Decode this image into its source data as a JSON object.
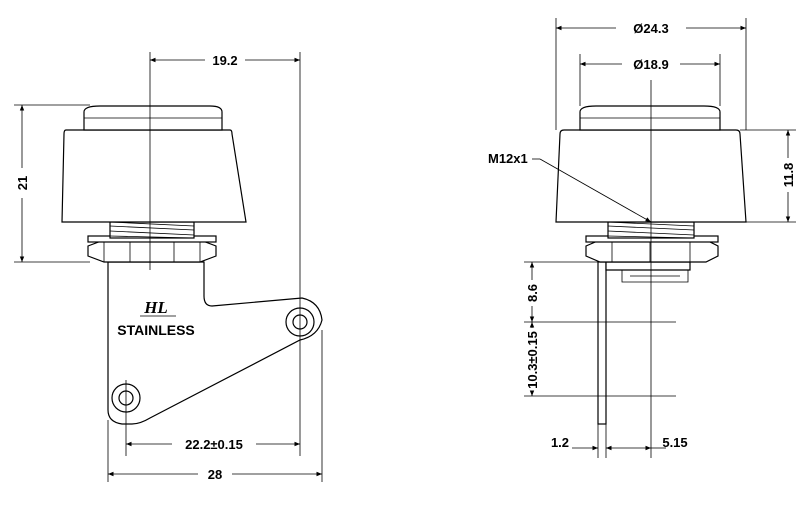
{
  "brand": {
    "logo": "HL",
    "material": "STAINLESS"
  },
  "front_view": {
    "width_top": "19.2",
    "height": "21",
    "hole_spacing": "22.2±0.15",
    "overall_width": "28"
  },
  "side_view": {
    "outer_diameter": "Ø24.3",
    "cap_diameter": "Ø18.9",
    "thread": "M12x1",
    "body_height": "11.8",
    "bracket_offset_1": "8.6",
    "bracket_offset_2": "10.3±0.15",
    "bracket_thickness": "1.2",
    "bracket_distance": "5.15"
  }
}
